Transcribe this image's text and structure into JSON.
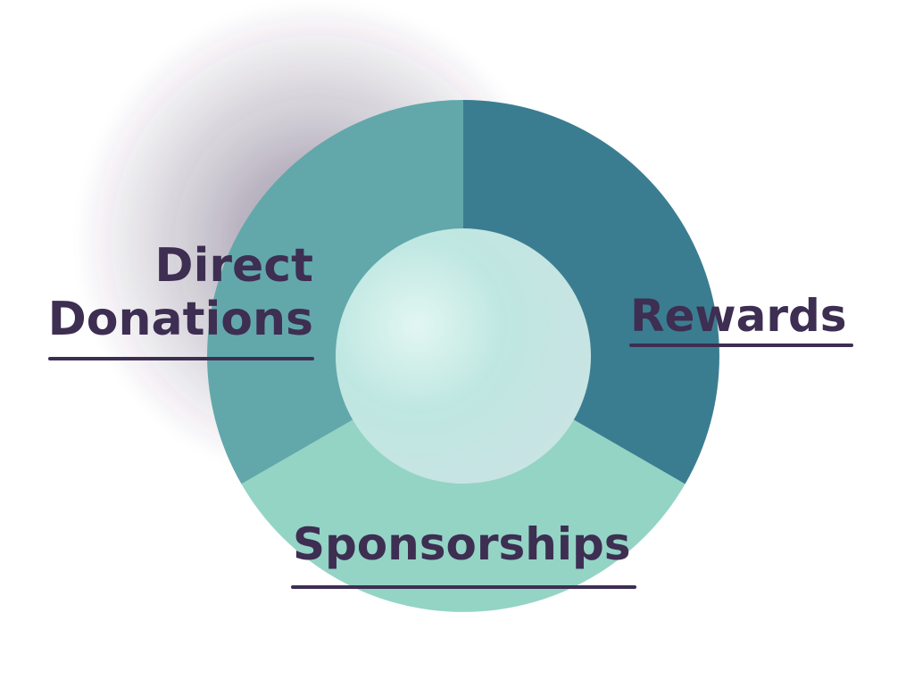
{
  "diagram": {
    "segments": [
      {
        "id": "direct",
        "label_lines": [
          "Direct",
          "Donations"
        ],
        "color": "#62a8aa"
      },
      {
        "id": "rewards",
        "label_lines": [
          "Rewards"
        ],
        "color": "#3b7d90"
      },
      {
        "id": "sponsorships",
        "label_lines": [
          "Sponsorships"
        ],
        "color": "#93d4c5"
      }
    ],
    "colors": {
      "text": "#3d2e52",
      "underline": "#3d2e52",
      "center_light": "#d8f2ec",
      "center_mid": "#bde6e1",
      "glow": "#3d2e52"
    }
  }
}
